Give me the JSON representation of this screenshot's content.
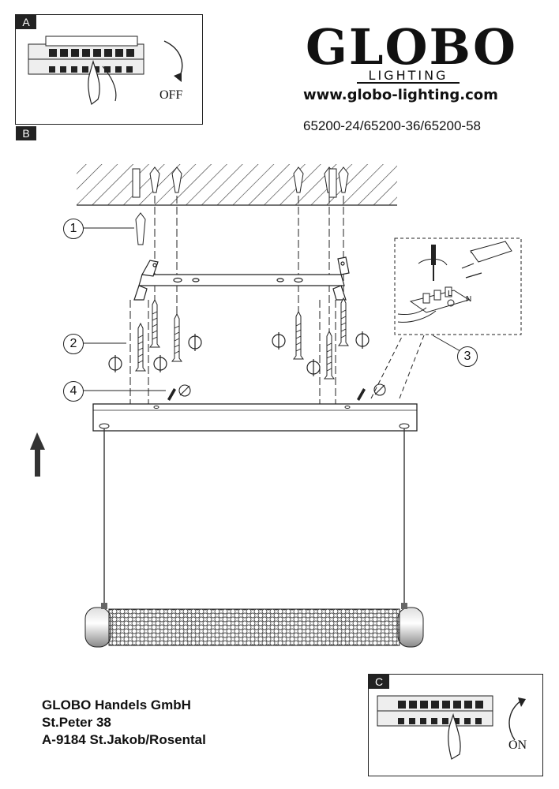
{
  "brand": {
    "logo": "GLOBO",
    "sub": "LIGHTING",
    "url": "www.globo-lighting.com",
    "models": "65200-24/65200-36/65200-58"
  },
  "steps": {
    "a": "A",
    "b": "B",
    "c": "C",
    "off": "OFF",
    "on": "ON"
  },
  "callouts": [
    "1",
    "2",
    "3",
    "4"
  ],
  "terminal": {
    "l": "L",
    "n": "N"
  },
  "address": {
    "company": "GLOBO Handels GmbH",
    "street": "St.Peter 38",
    "city": "A-9184 St.Jakob/Rosental"
  }
}
